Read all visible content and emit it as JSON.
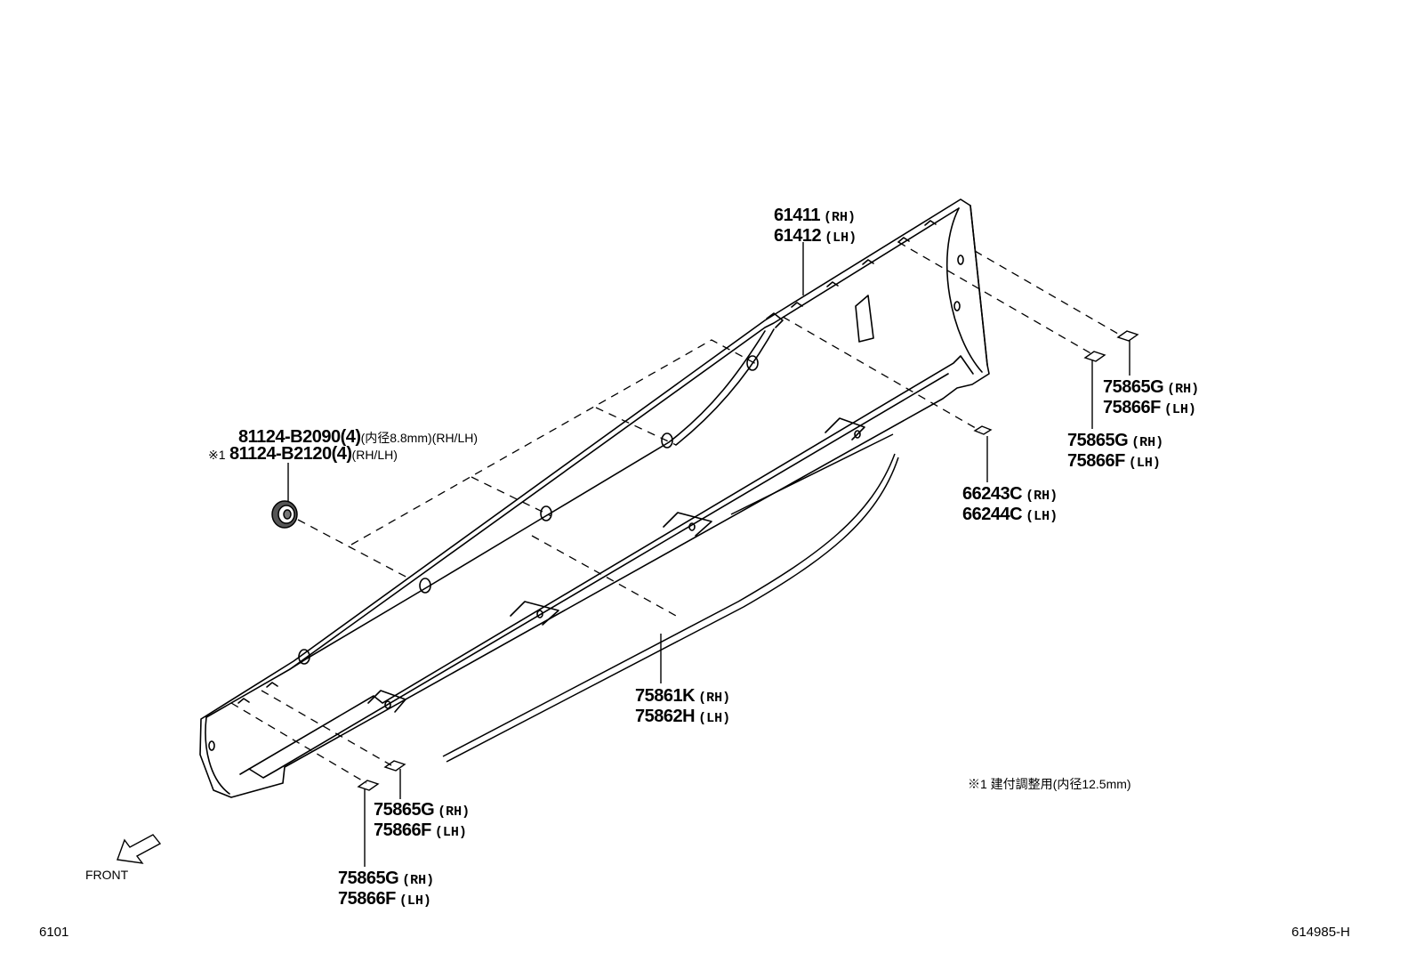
{
  "labels": {
    "p61411": {
      "part": "61411",
      "side": "(RH)"
    },
    "p61412": {
      "part": "61412",
      "side": "(LH)"
    },
    "p81124a": {
      "part": "81124-B2090(4)",
      "note": "(内径8.8mm)(RH/LH)"
    },
    "p81124b": {
      "mark": "※1",
      "part": "81124-B2120(4)",
      "note": "(RH/LH)"
    },
    "clipTR1": {
      "a": "75865G",
      "a_side": "(RH)",
      "b": "75866F",
      "b_side": "(LH)"
    },
    "clipTR2": {
      "a": "75865G",
      "a_side": "(RH)",
      "b": "75866F",
      "b_side": "(LH)"
    },
    "p66243": {
      "a": "66243C",
      "a_side": "(RH)",
      "b": "66244C",
      "b_side": "(LH)"
    },
    "p75861": {
      "a": "75861K",
      "a_side": "(RH)",
      "b": "75862H",
      "b_side": "(LH)"
    },
    "clipBL1": {
      "a": "75865G",
      "a_side": "(RH)",
      "b": "75866F",
      "b_side": "(LH)"
    },
    "clipBL2": {
      "a": "75865G",
      "a_side": "(RH)",
      "b": "75866F",
      "b_side": "(LH)"
    }
  },
  "footnote": "※1  建付調整用(内径12.5mm)",
  "front_label": "FRONT",
  "page_code_left": "6101",
  "page_code_right": "614985-H"
}
